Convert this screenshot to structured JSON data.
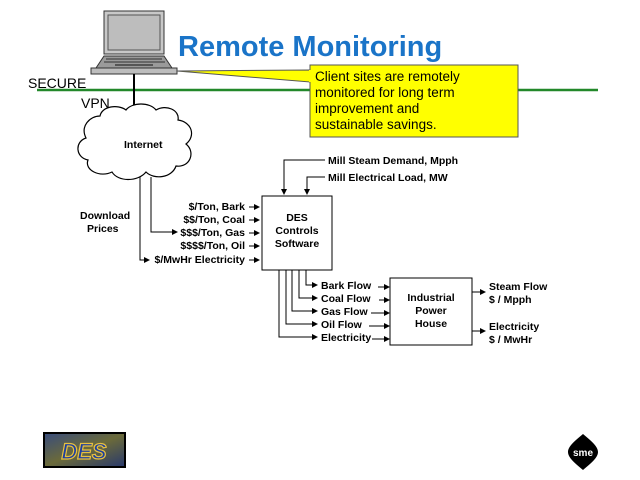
{
  "slide": {
    "title": "Remote Monitoring",
    "network": {
      "secure_label": "SECURE",
      "vpn_label": "VPN",
      "internet_label": "Internet",
      "line_color": "#22882a"
    },
    "callout": {
      "lines": [
        "Client sites are remotely",
        "monitored for long term",
        "improvement and",
        "sustainable savings."
      ],
      "fill_color": "#ffff00"
    },
    "download": {
      "label_lines": [
        "Download",
        "Prices"
      ]
    },
    "prices": [
      "$/Ton, Bark",
      "$$/Ton, Coal",
      "$$$/Ton, Gas",
      "$$$$/Ton, Oil",
      "$/MwHr Electricity"
    ],
    "mill_inputs": [
      "Mill Steam Demand, Mpph",
      "Mill Electrical Load, MW"
    ],
    "controls": {
      "lines": [
        "DES",
        "Controls",
        "Software"
      ]
    },
    "flows": [
      "Bark Flow",
      "Coal Flow",
      "Gas Flow",
      "Oil Flow",
      "Electricity"
    ],
    "powerhouse": {
      "lines": [
        "Industrial",
        "Power",
        "House"
      ]
    },
    "outputs": [
      {
        "line1": "Steam Flow",
        "line2": "$ / Mpph"
      },
      {
        "line1": "Electricity",
        "line2": "$ / MwHr"
      }
    ],
    "logos": {
      "left_text": "DES",
      "right_text": "sme"
    }
  }
}
